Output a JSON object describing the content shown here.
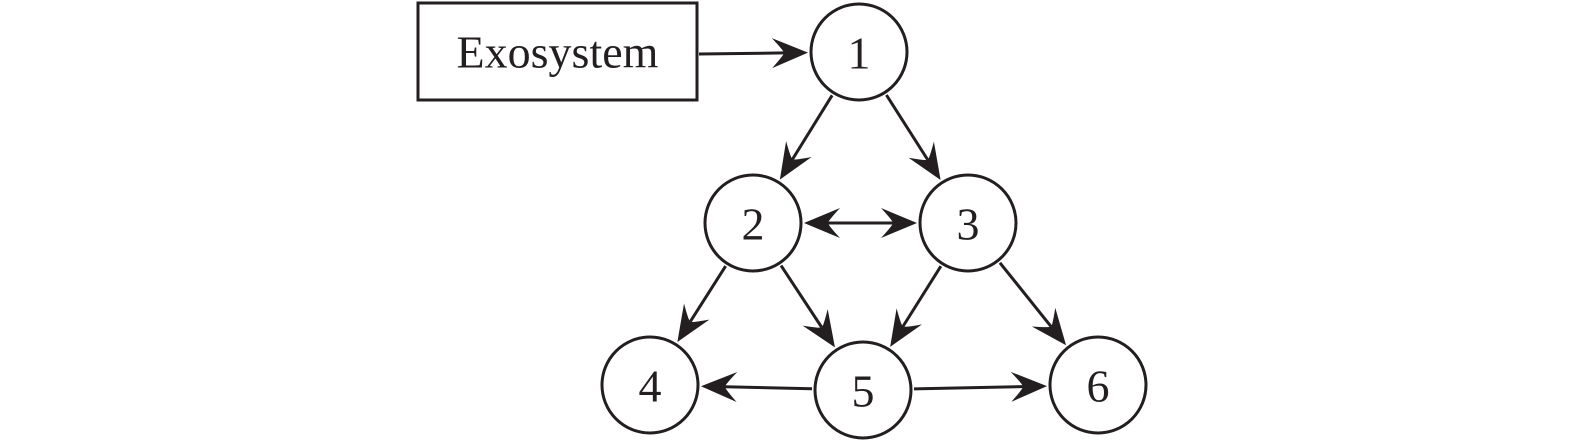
{
  "exosystem": {
    "label": "Exosystem",
    "target": "1"
  },
  "nodes": [
    {
      "id": "1",
      "label": "1"
    },
    {
      "id": "2",
      "label": "2"
    },
    {
      "id": "3",
      "label": "3"
    },
    {
      "id": "4",
      "label": "4"
    },
    {
      "id": "5",
      "label": "5"
    },
    {
      "id": "6",
      "label": "6"
    }
  ],
  "edges": [
    {
      "from": "exosystem",
      "to": "1"
    },
    {
      "from": "1",
      "to": "2"
    },
    {
      "from": "1",
      "to": "3"
    },
    {
      "from": "2",
      "to": "3",
      "bidirectional": true
    },
    {
      "from": "2",
      "to": "4"
    },
    {
      "from": "2",
      "to": "5"
    },
    {
      "from": "3",
      "to": "5"
    },
    {
      "from": "3",
      "to": "6"
    },
    {
      "from": "5",
      "to": "4"
    },
    {
      "from": "5",
      "to": "6"
    }
  ],
  "colors": {
    "stroke": "#231f20",
    "background": "#ffffff"
  }
}
